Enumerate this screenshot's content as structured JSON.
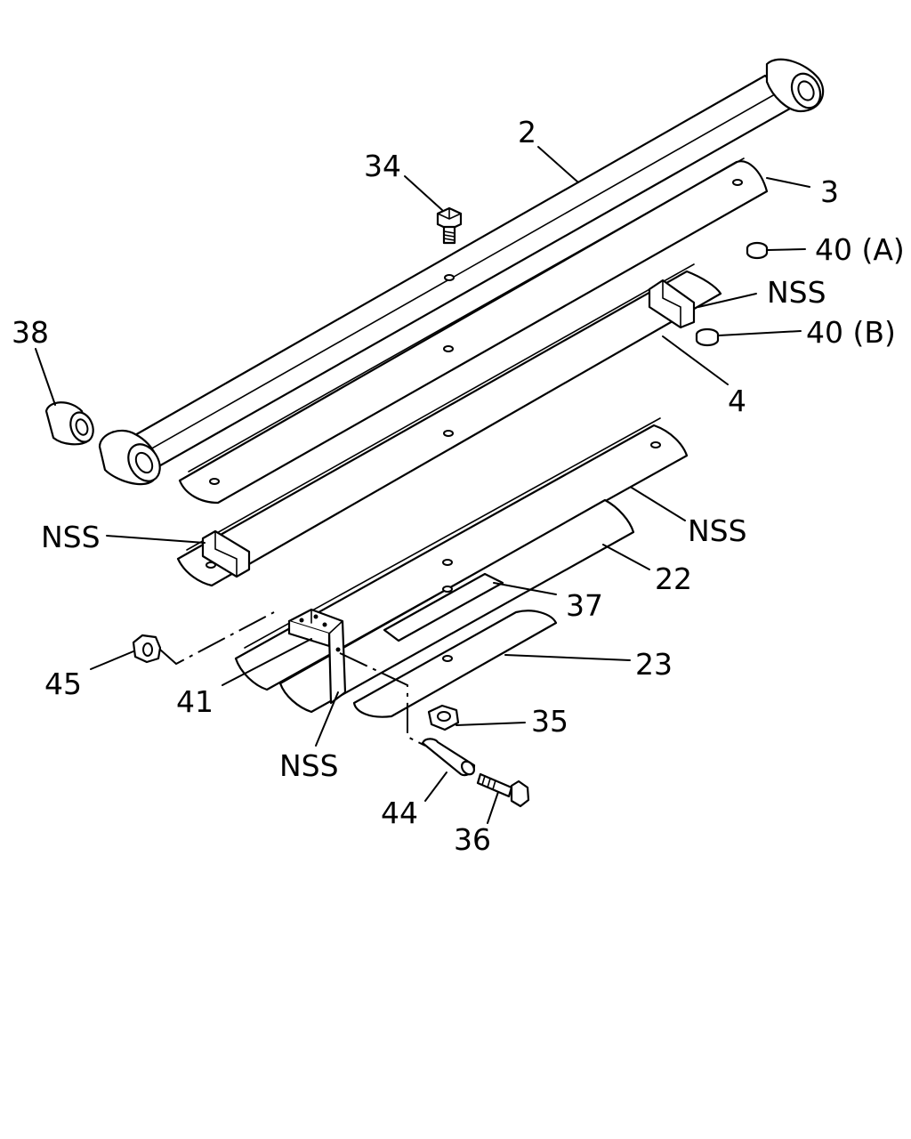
{
  "callouts": {
    "c2": "2",
    "c3": "3",
    "c34": "34",
    "c40a": "40 (A)",
    "c40b": "40 (B)",
    "c38": "38",
    "nss_top": "NSS",
    "c4": "4",
    "nss_left": "NSS",
    "nss_right": "NSS",
    "c22": "22",
    "c37": "37",
    "c23": "23",
    "c45": "45",
    "c41": "41",
    "c35": "35",
    "nss_bottom": "NSS",
    "c44": "44",
    "c36": "36"
  }
}
